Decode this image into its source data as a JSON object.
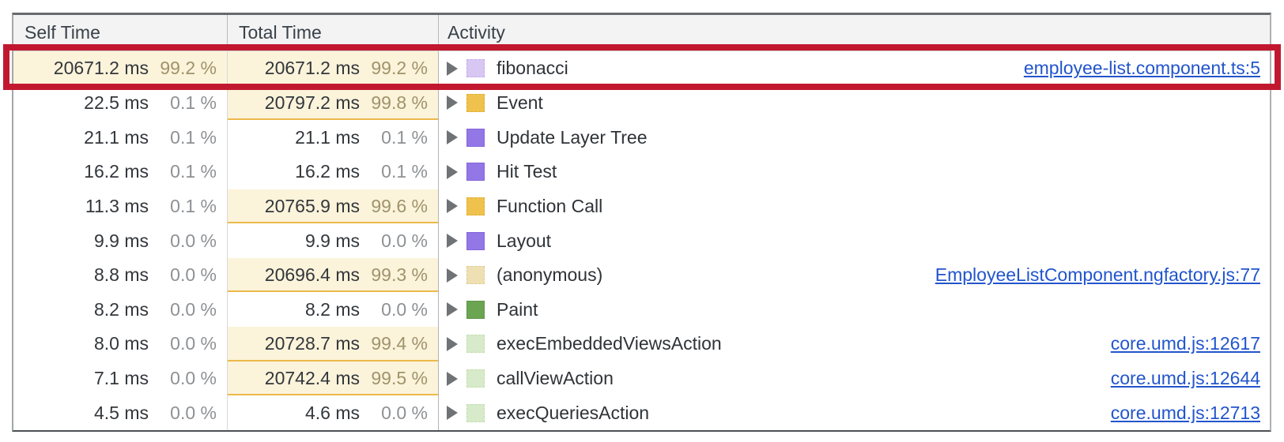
{
  "header": {
    "columns": [
      "Self Time",
      "Total Time",
      "Activity"
    ]
  },
  "rows": [
    {
      "self_time": "20671.2 ms",
      "self_pct": "99.2 %",
      "self_hot": true,
      "total_time": "20671.2 ms",
      "total_pct": "99.2 %",
      "total_hot": true,
      "activity": "fibonacci",
      "swatch": "lavender",
      "link": "employee-list.component.ts:5",
      "annotated": true
    },
    {
      "self_time": "22.5 ms",
      "self_pct": "0.1 %",
      "self_hot": false,
      "total_time": "20797.2 ms",
      "total_pct": "99.8 %",
      "total_hot": true,
      "activity": "Event",
      "swatch": "yellow",
      "link": ""
    },
    {
      "self_time": "21.1 ms",
      "self_pct": "0.1 %",
      "self_hot": false,
      "total_time": "21.1 ms",
      "total_pct": "0.1 %",
      "total_hot": false,
      "activity": "Update Layer Tree",
      "swatch": "purple",
      "link": ""
    },
    {
      "self_time": "16.2 ms",
      "self_pct": "0.1 %",
      "self_hot": false,
      "total_time": "16.2 ms",
      "total_pct": "0.1 %",
      "total_hot": false,
      "activity": "Hit Test",
      "swatch": "purple",
      "link": ""
    },
    {
      "self_time": "11.3 ms",
      "self_pct": "0.1 %",
      "self_hot": false,
      "total_time": "20765.9 ms",
      "total_pct": "99.6 %",
      "total_hot": true,
      "activity": "Function Call",
      "swatch": "yellow",
      "link": ""
    },
    {
      "self_time": "9.9 ms",
      "self_pct": "0.0 %",
      "self_hot": false,
      "total_time": "9.9 ms",
      "total_pct": "0.0 %",
      "total_hot": false,
      "activity": "Layout",
      "swatch": "purple",
      "link": ""
    },
    {
      "self_time": "8.8 ms",
      "self_pct": "0.0 %",
      "self_hot": false,
      "total_time": "20696.4 ms",
      "total_pct": "99.3 %",
      "total_hot": true,
      "activity": "(anonymous)",
      "swatch": "beige",
      "link": "EmployeeListComponent.ngfactory.js:77"
    },
    {
      "self_time": "8.2 ms",
      "self_pct": "0.0 %",
      "self_hot": false,
      "total_time": "8.2 ms",
      "total_pct": "0.0 %",
      "total_hot": false,
      "activity": "Paint",
      "swatch": "green",
      "link": ""
    },
    {
      "self_time": "8.0 ms",
      "self_pct": "0.0 %",
      "self_hot": false,
      "total_time": "20728.7 ms",
      "total_pct": "99.4 %",
      "total_hot": true,
      "activity": "execEmbeddedViewsAction",
      "swatch": "palegreen",
      "link": "core.umd.js:12617"
    },
    {
      "self_time": "7.1 ms",
      "self_pct": "0.0 %",
      "self_hot": false,
      "total_time": "20742.4 ms",
      "total_pct": "99.5 %",
      "total_hot": true,
      "activity": "callViewAction",
      "swatch": "palegreen",
      "link": "core.umd.js:12644"
    },
    {
      "self_time": "4.5 ms",
      "self_pct": "0.0 %",
      "self_hot": false,
      "total_time": "4.6 ms",
      "total_pct": "0.0 %",
      "total_hot": false,
      "activity": "execQueriesAction",
      "swatch": "palegreen",
      "link": "core.umd.js:12713"
    }
  ],
  "swatch_styles": {
    "lavender": {
      "bg": "#d8c7f3",
      "border": "#c3aceb",
      "pattern": true
    },
    "yellow": {
      "bg": "#efc14d",
      "border": "#e2ae33",
      "pattern": true
    },
    "purple": {
      "bg": "#9377e6",
      "border": "#8466da",
      "pattern": false
    },
    "beige": {
      "bg": "#eee0b2",
      "border": "#dfcd95",
      "pattern": true
    },
    "green": {
      "bg": "#6ba552",
      "border": "#5e9547",
      "pattern": false
    },
    "palegreen": {
      "bg": "#d7eac9",
      "border": "#c3deb0",
      "pattern": true
    }
  },
  "colors": {
    "annotation_red": "#c2182f",
    "hot_background": "#fbf3da",
    "hot_underline": "#ecb94a",
    "link_blue": "#2255cc",
    "header_background": "#f3f3f3"
  },
  "icons": {
    "expand_arrow": "triangle-right",
    "category_swatch": "color-square"
  }
}
